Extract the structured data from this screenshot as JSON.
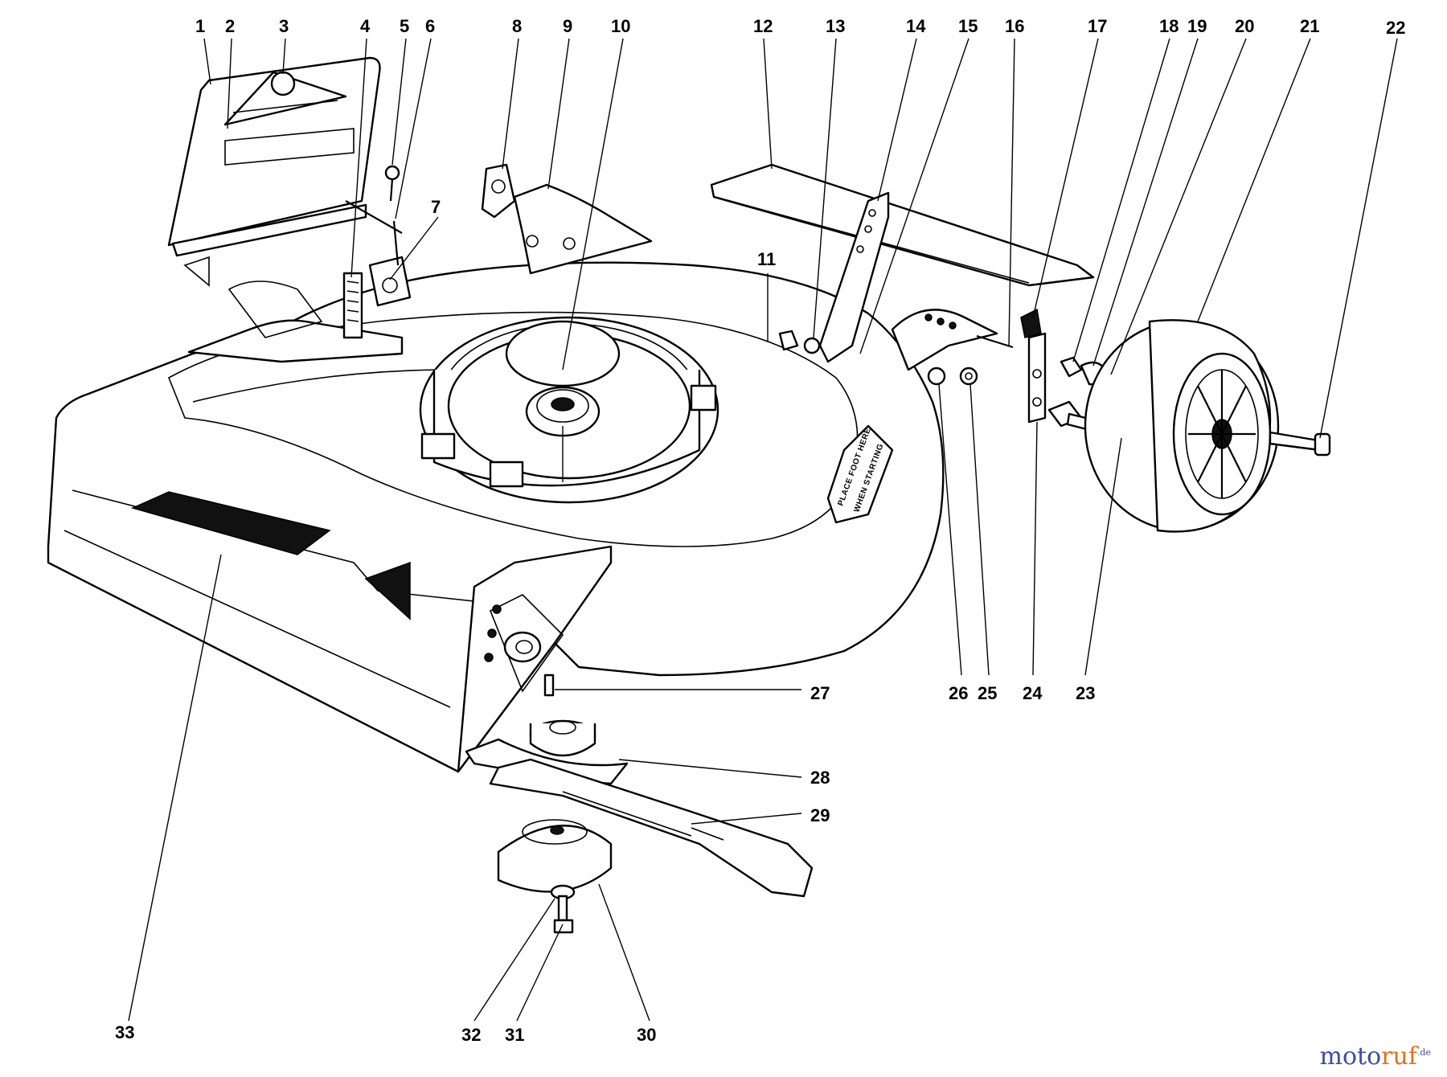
{
  "diagram": {
    "callouts": [
      {
        "id": "1",
        "label": "1"
      },
      {
        "id": "2",
        "label": "2"
      },
      {
        "id": "3",
        "label": "3"
      },
      {
        "id": "4",
        "label": "4"
      },
      {
        "id": "5",
        "label": "5"
      },
      {
        "id": "6",
        "label": "6"
      },
      {
        "id": "7",
        "label": "7"
      },
      {
        "id": "8",
        "label": "8"
      },
      {
        "id": "9",
        "label": "9"
      },
      {
        "id": "10",
        "label": "10"
      },
      {
        "id": "11",
        "label": "11"
      },
      {
        "id": "12",
        "label": "12"
      },
      {
        "id": "13",
        "label": "13"
      },
      {
        "id": "14",
        "label": "14"
      },
      {
        "id": "15",
        "label": "15"
      },
      {
        "id": "16",
        "label": "16"
      },
      {
        "id": "17",
        "label": "17"
      },
      {
        "id": "18",
        "label": "18"
      },
      {
        "id": "19",
        "label": "19"
      },
      {
        "id": "20",
        "label": "20"
      },
      {
        "id": "21",
        "label": "21"
      },
      {
        "id": "22",
        "label": "22"
      },
      {
        "id": "23",
        "label": "23"
      },
      {
        "id": "24",
        "label": "24"
      },
      {
        "id": "25",
        "label": "25"
      },
      {
        "id": "26",
        "label": "26"
      },
      {
        "id": "27",
        "label": "27"
      },
      {
        "id": "28",
        "label": "28"
      },
      {
        "id": "29",
        "label": "29"
      },
      {
        "id": "30",
        "label": "30"
      },
      {
        "id": "31",
        "label": "31"
      },
      {
        "id": "32",
        "label": "32"
      },
      {
        "id": "33",
        "label": "33"
      }
    ],
    "decal": {
      "line1": "PLACE FOOT HERE",
      "line2": "WHEN STARTING"
    }
  },
  "watermark": {
    "main": "moto",
    "accent": "ruf",
    "tld": ".de"
  }
}
